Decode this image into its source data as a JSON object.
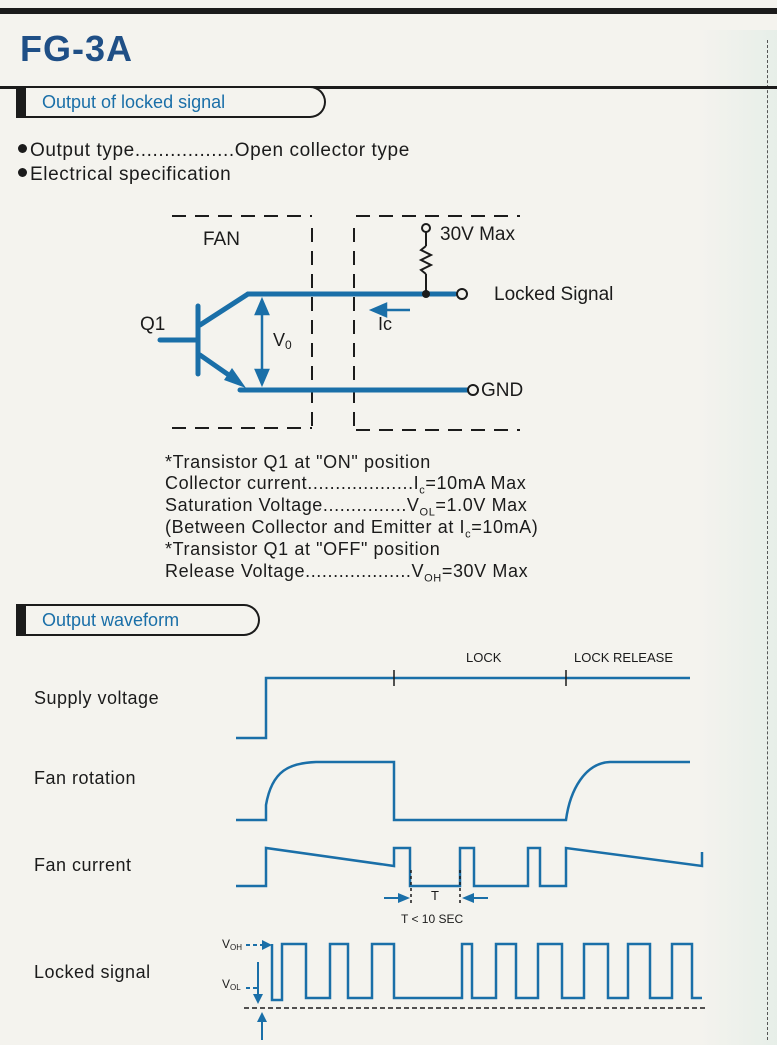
{
  "title": "FG-3A",
  "sections": {
    "output_locked": "Output of locked signal",
    "output_waveform": "Output waveform"
  },
  "specs": {
    "output_type": "Output type.................Open collector type",
    "electrical": "Electrical specification"
  },
  "circuit": {
    "fan": "FAN",
    "max_voltage": "30V Max",
    "locked_signal": "Locked Signal",
    "transistor": "Q1",
    "vo": "V",
    "vo_sub": "0",
    "ic": "Ic",
    "gnd": "GND"
  },
  "notes": {
    "on_position": "*Transistor Q1 at \"ON\" position",
    "collector_current": "Collector current...................I",
    "collector_current_sub": "c",
    "collector_current_val": "=10mA Max",
    "saturation": "Saturation Voltage...............V",
    "saturation_sub": "OL",
    "saturation_val": "=1.0V Max",
    "between": "(Between Collector and Emitter at I",
    "between_sub": "c",
    "between_val": "=10mA)",
    "off_position": "*Transistor Q1 at \"OFF\" position",
    "release": "Release Voltage...................V",
    "release_sub": "OH",
    "release_val": "=30V Max"
  },
  "waveform": {
    "lock": "LOCK",
    "lock_release": "LOCK RELEASE",
    "supply_voltage": "Supply voltage",
    "fan_rotation": "Fan rotation",
    "fan_current": "Fan current",
    "locked_signal": "Locked signal",
    "t": "T",
    "t_condition": "T < 10 SEC",
    "voh": "V",
    "voh_sub": "OH",
    "vol": "V",
    "vol_sub": "OL"
  }
}
